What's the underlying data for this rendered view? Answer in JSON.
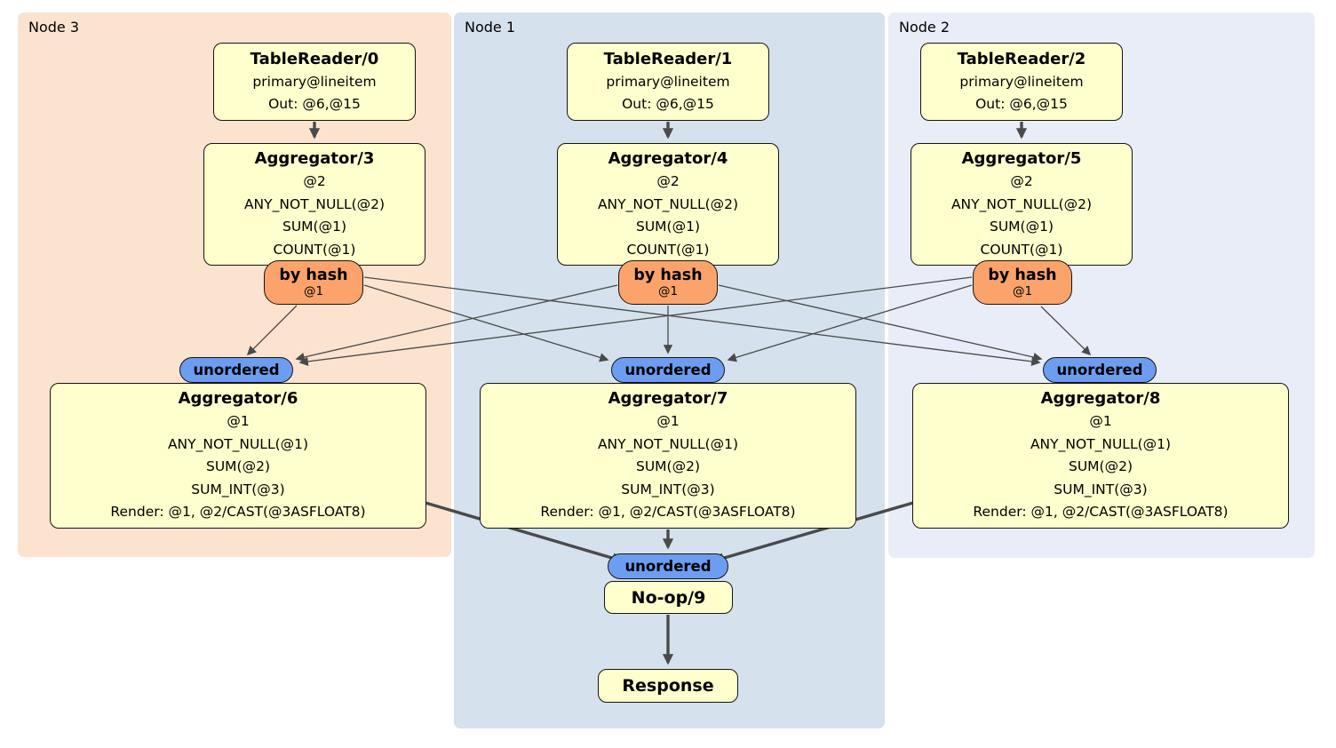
{
  "regions": [
    {
      "label": "Node 3"
    },
    {
      "label": "Node 1"
    },
    {
      "label": "Node 2"
    }
  ],
  "columns": [
    {
      "reader": {
        "title": "TableReader/0",
        "table": "primary@lineitem",
        "out": "Out: @6,@15"
      },
      "agg_top": {
        "title": "Aggregator/3",
        "lines": [
          "@2",
          "ANY_NOT_NULL(@2)",
          "SUM(@1)",
          "COUNT(@1)"
        ]
      },
      "router": {
        "label": "by hash",
        "detail": "@1"
      },
      "sync": {
        "label": "unordered"
      },
      "agg_bottom": {
        "title": "Aggregator/6",
        "lines": [
          "@1",
          "ANY_NOT_NULL(@1)",
          "SUM(@2)",
          "SUM_INT(@3)",
          "Render: @1, @2/CAST(@3ASFLOAT8)"
        ]
      }
    },
    {
      "reader": {
        "title": "TableReader/1",
        "table": "primary@lineitem",
        "out": "Out: @6,@15"
      },
      "agg_top": {
        "title": "Aggregator/4",
        "lines": [
          "@2",
          "ANY_NOT_NULL(@2)",
          "SUM(@1)",
          "COUNT(@1)"
        ]
      },
      "router": {
        "label": "by hash",
        "detail": "@1"
      },
      "sync": {
        "label": "unordered"
      },
      "agg_bottom": {
        "title": "Aggregator/7",
        "lines": [
          "@1",
          "ANY_NOT_NULL(@1)",
          "SUM(@2)",
          "SUM_INT(@3)",
          "Render: @1, @2/CAST(@3ASFLOAT8)"
        ]
      }
    },
    {
      "reader": {
        "title": "TableReader/2",
        "table": "primary@lineitem",
        "out": "Out: @6,@15"
      },
      "agg_top": {
        "title": "Aggregator/5",
        "lines": [
          "@2",
          "ANY_NOT_NULL(@2)",
          "SUM(@1)",
          "COUNT(@1)"
        ]
      },
      "router": {
        "label": "by hash",
        "detail": "@1"
      },
      "sync": {
        "label": "unordered"
      },
      "agg_bottom": {
        "title": "Aggregator/8",
        "lines": [
          "@1",
          "ANY_NOT_NULL(@1)",
          "SUM(@2)",
          "SUM_INT(@3)",
          "Render: @1, @2/CAST(@3ASFLOAT8)"
        ]
      }
    }
  ],
  "final": {
    "sync_label": "unordered",
    "noop_title": "No-op/9",
    "response_title": "Response"
  },
  "colors": {
    "node3-bg": "#fce3cf",
    "node1-bg": "#d5e2ed",
    "node2-bg": "#e9edf7",
    "box-fill": "#ffffcd",
    "router-fill": "#fba36b",
    "sync-fill": "#6d9df1",
    "edge": "#4a4a4a"
  }
}
